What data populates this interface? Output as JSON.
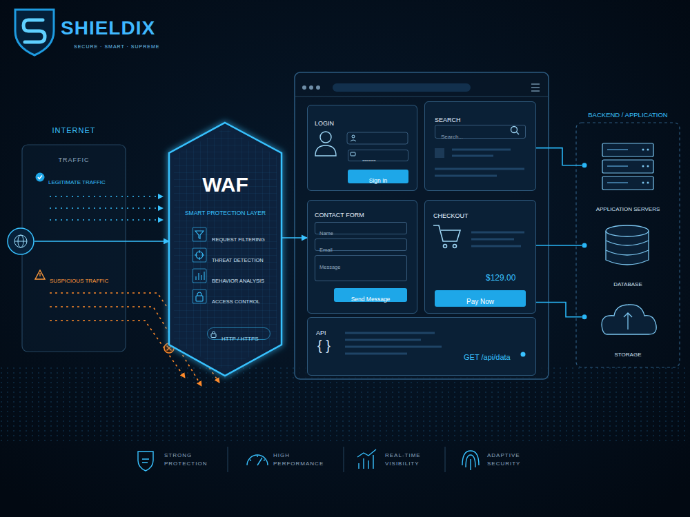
{
  "diagram": {
    "nodes": [
      {
        "text": [
          "INTERNET",
          "TRAFFIC"
        ]
      },
      {
        "text": [
          "WAF",
          "SMART PROTECTION LAYER",
          "REQUEST FILTERING",
          "THREAT DETECTION",
          "BEHAVIOR ANALYSIS",
          "ACCESS CONTROL"
        ]
      },
      {
        "text": [
          "HTTP / HTTPS"
        ],
        "in": 1
      },
      {
        "text": [
          "LOGIN"
        ]
      },
      {
        "text": [
          "•••••••"
        ],
        "in": 3
      },
      {
        "text": [
          "Sign In"
        ],
        "in": 3
      },
      {
        "text": [
          "SEARCH"
        ]
      },
      {
        "text": [
          "Search..."
        ],
        "in": 6
      },
      {
        "text": [
          "CONTACT FORM"
        ]
      },
      {
        "text": [
          "Name"
        ],
        "in": 8
      },
      {
        "text": [
          "Email"
        ],
        "in": 8
      },
      {
        "text": [
          "Message"
        ],
        "in": 8
      },
      {
        "text": [
          "Send Message"
        ],
        "in": 8
      },
      {
        "text": [
          "CHECKOUT",
          "$129.00"
        ]
      },
      {
        "text": [
          "Pay Now"
        ],
        "in": 13
      },
      {
        "text": [
          "API",
          "{ }",
          "GET /api/data"
        ]
      },
      {
        "text": [
          "BACKEND / APPLICATION"
        ]
      },
      {
        "text": [
          "APPLICATION SERVERS"
        ],
        "in": 16
      },
      {
        "text": [
          "DATABASE"
        ],
        "in": 16
      },
      {
        "text": [
          "STORAGE"
        ],
        "in": 16
      }
    ],
    "edges": [
      {
        "from": 0,
        "to": 1,
        "arrow": "to"
      },
      {
        "from": 1,
        "to": 8,
        "arrow": "to"
      },
      {
        "from": 6,
        "to": 17,
        "arrow": "none"
      },
      {
        "from": 13,
        "to": 18,
        "arrow": "none"
      },
      {
        "from": 13,
        "to": 19,
        "arrow": "none"
      }
    ],
    "labels": [
      "SHIELDIX",
      "SECURE · SMART · SUPREME",
      "LEGITIMATE TRAFFIC",
      "SUSPICIOUS TRAFFIC",
      "STRONG PROTECTION",
      "HIGH PERFORMANCE",
      "REAL-TIME VISIBILITY",
      "ADAPTIVE SECURITY"
    ]
  }
}
